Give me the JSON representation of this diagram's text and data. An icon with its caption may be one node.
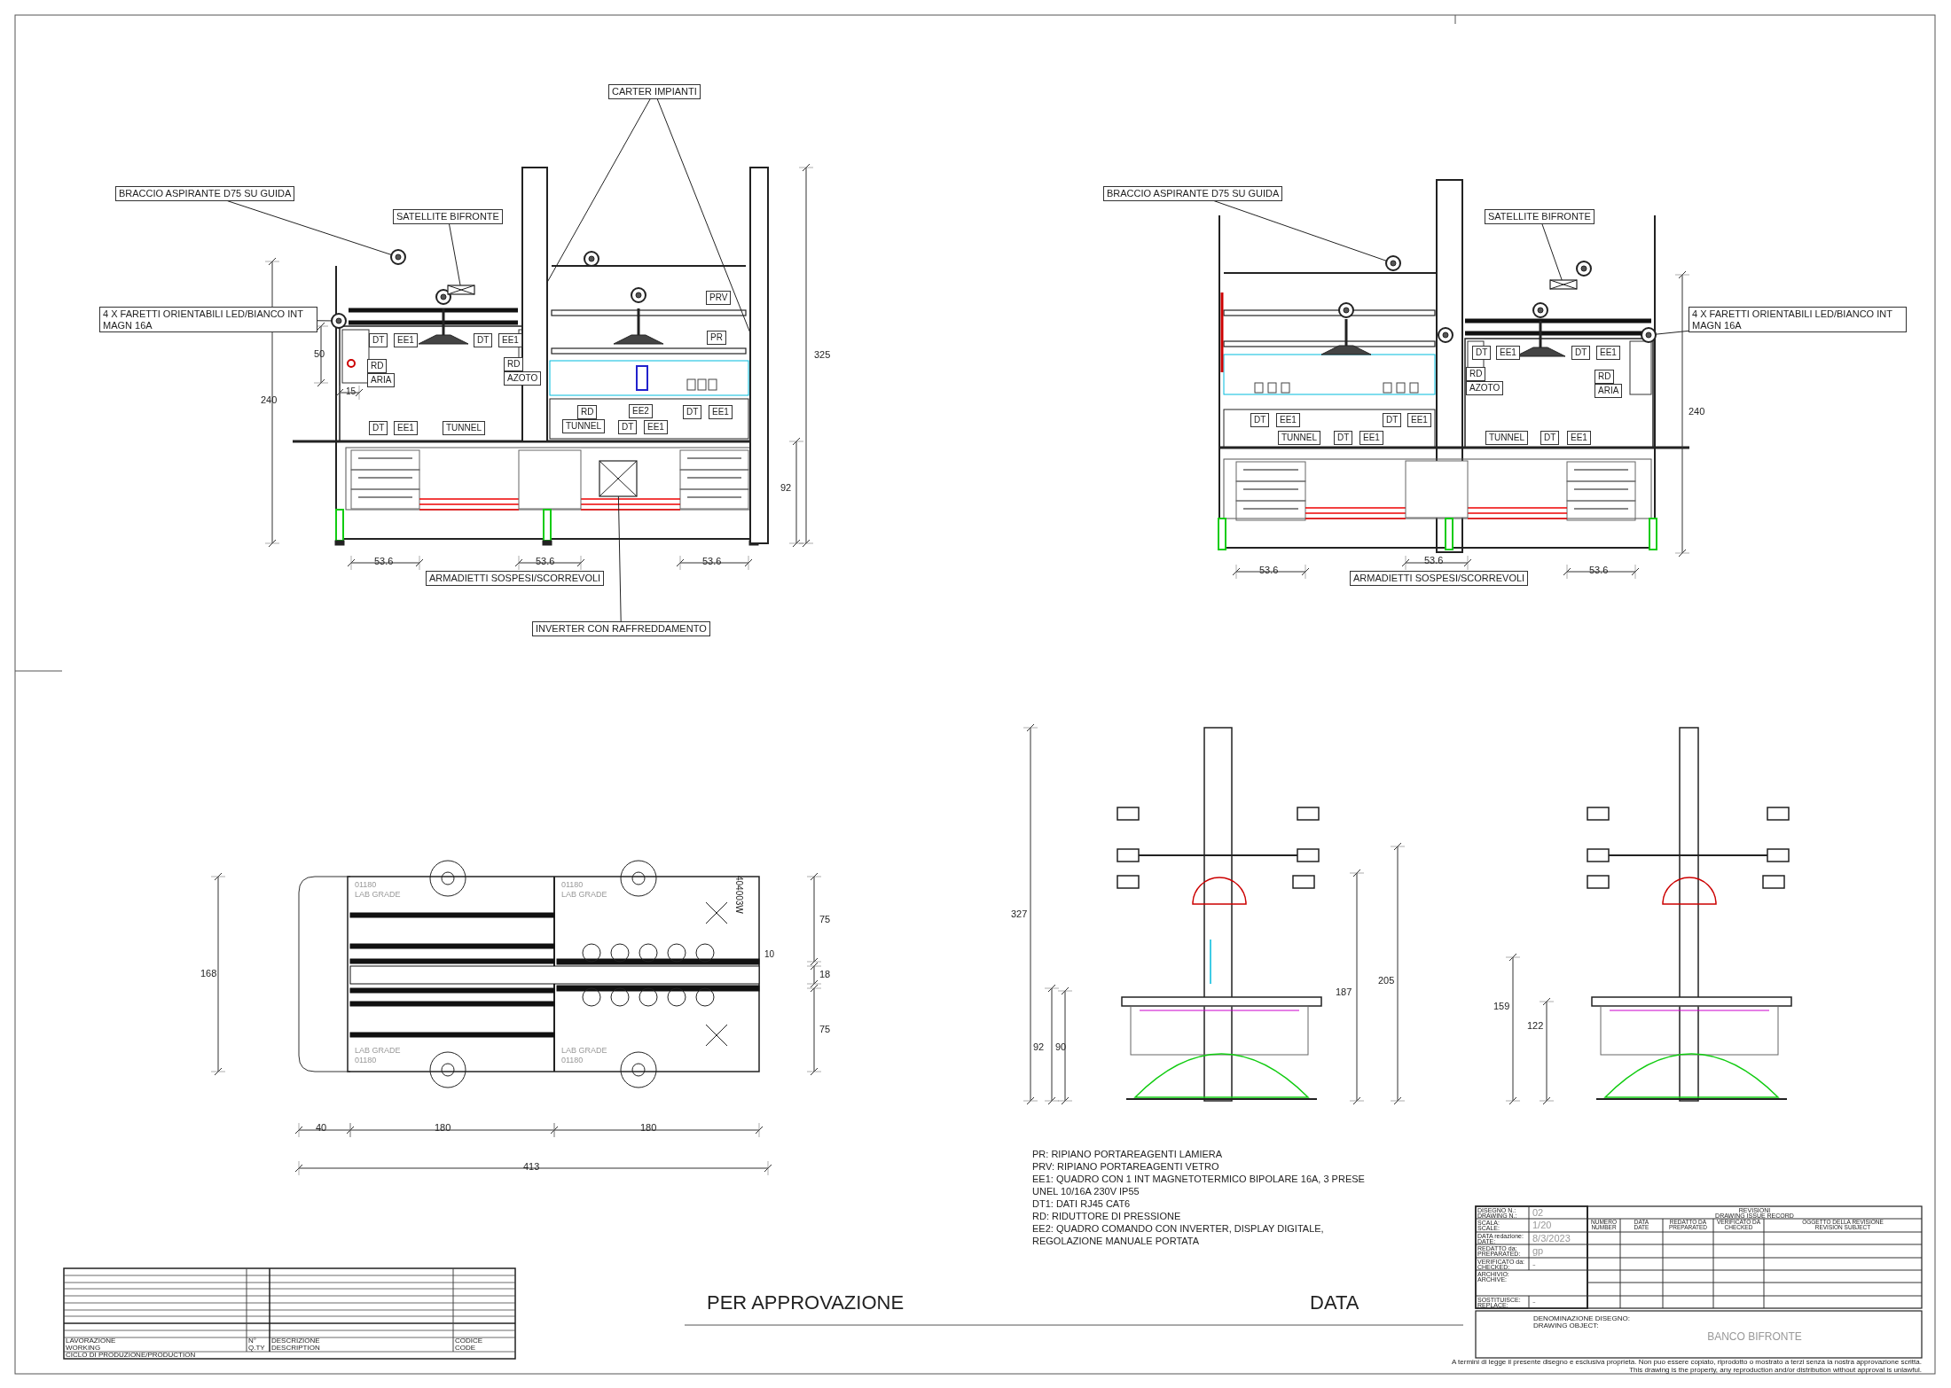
{
  "diagram": {
    "nodes": [
      {
        "text": [
          "CARTER IMPIANTI"
        ]
      },
      {
        "text": [
          "BRACCIO ASPIRANTE D75 SU GUIDA"
        ]
      },
      {
        "text": [
          "SATELLITE BIFRONTE"
        ]
      },
      {
        "text": [
          "4 X FARETTI ORIENTABILI LED/BIANCO INT MAGN 16A"
        ]
      },
      {
        "text": [
          "DT"
        ]
      },
      {
        "text": [
          "EE1"
        ]
      },
      {
        "text": [
          "DT"
        ]
      },
      {
        "text": [
          "EE1"
        ]
      },
      {
        "text": [
          "RD"
        ]
      },
      {
        "text": [
          "ARIA"
        ]
      },
      {
        "text": [
          "RD"
        ]
      },
      {
        "text": [
          "AZOTO"
        ]
      },
      {
        "text": [
          "DT"
        ]
      },
      {
        "text": [
          "EE1"
        ]
      },
      {
        "text": [
          "TUNNEL"
        ]
      },
      {
        "text": [
          "PRV"
        ]
      },
      {
        "text": [
          "PR"
        ]
      },
      {
        "text": [
          "RD"
        ]
      },
      {
        "text": [
          "EE2"
        ]
      },
      {
        "text": [
          "DT"
        ]
      },
      {
        "text": [
          "EE1"
        ]
      },
      {
        "text": [
          "TUNNEL"
        ]
      },
      {
        "text": [
          "DT"
        ]
      },
      {
        "text": [
          "EE1"
        ]
      },
      {
        "text": [
          "ARMADIETTI SOSPESI/SCORREVOLI"
        ]
      },
      {
        "text": [
          "INVERTER CON RAFFREDDAMENTO"
        ]
      },
      {
        "text": [
          "BRACCIO ASPIRANTE D75 SU GUIDA"
        ]
      },
      {
        "text": [
          "SATELLITE BIFRONTE"
        ]
      },
      {
        "text": [
          "4 X FARETTI ORIENTABILI LED/BIANCO INT MAGN 16A"
        ]
      },
      {
        "text": [
          "DT"
        ]
      },
      {
        "text": [
          "EE1"
        ]
      },
      {
        "text": [
          "DT"
        ]
      },
      {
        "text": [
          "EE1"
        ]
      },
      {
        "text": [
          "TUNNEL"
        ]
      },
      {
        "text": [
          "DT"
        ]
      },
      {
        "text": [
          "EE1"
        ]
      },
      {
        "text": [
          "DT"
        ]
      },
      {
        "text": [
          "EE1"
        ]
      },
      {
        "text": [
          "DT"
        ]
      },
      {
        "text": [
          "EE1"
        ]
      },
      {
        "text": [
          "RD"
        ]
      },
      {
        "text": [
          "AZOTO"
        ]
      },
      {
        "text": [
          "RD"
        ]
      },
      {
        "text": [
          "ARIA"
        ]
      },
      {
        "text": [
          "TUNNEL"
        ]
      },
      {
        "text": [
          "DT"
        ]
      },
      {
        "text": [
          "EE1"
        ]
      },
      {
        "text": [
          "ARMADIETTI SOSPESI/SCORREVOLI"
        ]
      },
      {
        "text": [],
        "shape": "bar"
      },
      {
        "text": [],
        "shape": "bar"
      },
      {
        "text": [],
        "shape": "circle"
      },
      {
        "text": [],
        "shape": "box"
      },
      {
        "text": [],
        "shape": "circle"
      },
      {
        "text": [],
        "shape": "box"
      },
      {
        "text": [],
        "shape": "circle"
      },
      {
        "text": [],
        "shape": "box"
      },
      {
        "text": [],
        "shape": "circle"
      }
    ],
    "edges": [
      {
        "from": 0,
        "to": 48,
        "arrow": "none"
      },
      {
        "from": 0,
        "to": 49,
        "arrow": "none"
      },
      {
        "from": 1,
        "to": 50,
        "arrow": "none"
      },
      {
        "from": 2,
        "to": 51,
        "arrow": "none"
      },
      {
        "from": 3,
        "to": 52,
        "arrow": "none"
      },
      {
        "from": 25,
        "to": 53,
        "arrow": "none"
      },
      {
        "from": 26,
        "to": 54,
        "arrow": "none"
      },
      {
        "from": 27,
        "to": 55,
        "arrow": "none"
      },
      {
        "from": 28,
        "to": 56,
        "arrow": "none"
      }
    ],
    "labels": [
      "50",
      "240",
      "15",
      "325",
      "92",
      "53.6",
      "53.6",
      "53.6",
      "240",
      "53.6",
      "53.6",
      "53.6",
      "404003W",
      "01180",
      "LAB GRADE",
      "01180",
      "LAB GRADE",
      "LAB GRADE",
      "01180",
      "LAB GRADE",
      "01180",
      "168",
      "75",
      "10",
      "18",
      "75",
      "40",
      "180",
      "180",
      "413",
      "327",
      "92",
      "90",
      "187",
      "205",
      "159",
      "122",
      "PR: RIPIANO PORTAREAGENTI LAMIERA",
      "PRV: RIPIANO PORTAREAGENTI VETRO",
      "EE1: QUADRO CON 1 INT MAGNETOTERMICO BIPOLARE 16A, 3 PRESE UNEL 10/16A 230V IP55",
      "DT1: DATI RJ45 CAT6",
      "RD: RIDUTTORE DI PRESSIONE",
      "EE2: QUADRO COMANDO CON INVERTER, DISPLAY DIGITALE, REGOLAZIONE MANUALE PORTATA",
      "PER APPROVAZIONE",
      "DATA",
      "LAVORAZIONE",
      "WORKING",
      "N°",
      "Q.TY",
      "DESCRIZIONE",
      "DESCRIPTION",
      "CODICE",
      "CODE",
      "CICLO DI PRODUZIONE/PRODUCTION",
      "DISEGNO N.:",
      "DRAWING N.:",
      "02",
      "SCALA:",
      "SCALE:",
      "1/20",
      "DATA redazione:",
      "DATE:",
      "8/3/2023",
      "REDATTO da:",
      "PREPARATED:",
      "gp",
      "VERIFICATO da:",
      "CHECKED:",
      "-",
      "ARCHIVIO:",
      "ARCHIVE:",
      "SOSTITUISCE:",
      "REPLACE:",
      "-",
      "REVISIONI",
      "DRAWING ISSUE RECORD",
      "NUMERO",
      "NUMBER",
      "DATA",
      "DATE",
      "REDATTO DA",
      "PREPARATED",
      "VERIFICATO DA",
      "CHECKED",
      "OGGETTO DELLA REVISIONE",
      "REVISION SUBJECT",
      "DENOMINAZIONE DISEGNO:",
      "DRAWING OBJECT:",
      "BANCO BIFRONTE",
      "A termini di legge il presente disegno e esclusiva proprieta. Non puo essere copiato, riprodotto o mostrato a terzi senza la nostra approvazione scritta.",
      "This drawing is the property, any reproduction and/or distribution without approval is unlawful."
    ]
  }
}
